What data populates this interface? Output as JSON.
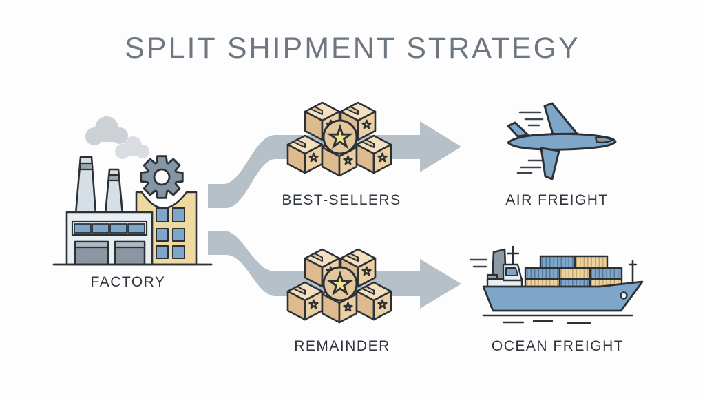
{
  "title": "SPLIT SHIPMENT STRATEGY",
  "nodes": {
    "factory": {
      "label": "FACTORY",
      "icon": "factory-icon"
    },
    "best_sellers": {
      "label": "BEST-SELLERS",
      "icon": "starred-boxes-icon"
    },
    "air_freight": {
      "label": "AIR FREIGHT",
      "icon": "airplane-icon"
    },
    "remainder": {
      "label": "REMAINDER",
      "icon": "starred-boxes-icon"
    },
    "ocean_freight": {
      "label": "OCEAN FREIGHT",
      "icon": "cargo-ship-icon"
    }
  },
  "flows": [
    {
      "from": "FACTORY",
      "via": "BEST-SELLERS",
      "to": "AIR FREIGHT"
    },
    {
      "from": "FACTORY",
      "via": "REMAINDER",
      "to": "OCEAN FREIGHT"
    }
  ],
  "colors": {
    "background": "#fdfdfd",
    "title_text": "#6e7781",
    "label_text": "#31373e",
    "arrow_band": "#b5c0c9",
    "outline": "#2b3137",
    "blue": "#7ea6c9",
    "box_tan": "#eccfa2",
    "box_tan_dark": "#ddbb8e",
    "box_tan_light": "#f2e0c0",
    "star_yellow": "#f2e28c",
    "building_yellow": "#eed9a0",
    "light_panel": "#e9eef2",
    "steel_gray": "#8b96a2",
    "smoke_gray": "#ccd1d6"
  }
}
